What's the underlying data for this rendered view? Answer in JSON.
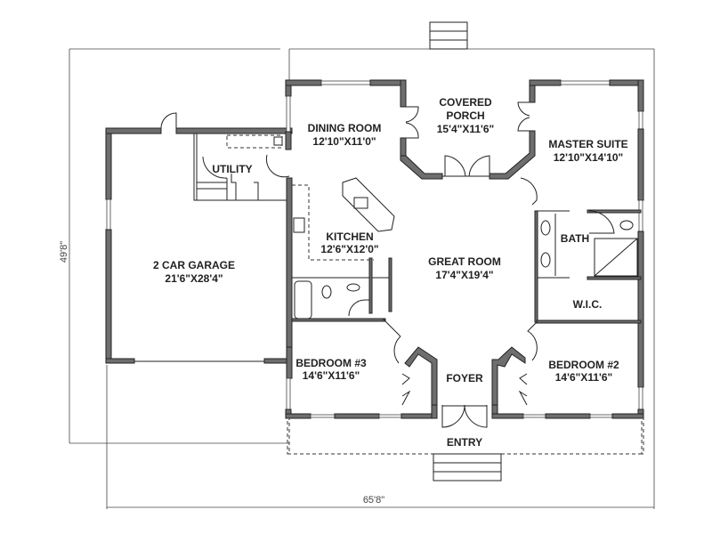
{
  "rooms": {
    "dining": {
      "name": "DINING ROOM",
      "size": "12'10\"X11'0\""
    },
    "porch": {
      "name_line1": "COVERED",
      "name_line2": "PORCH",
      "size": "15'4\"X11'6\""
    },
    "master": {
      "name": "MASTER SUITE",
      "size": "12'10\"X14'10\""
    },
    "utility": {
      "name": "UTILITY"
    },
    "kitchen": {
      "name": "KITCHEN",
      "size": "12'6\"X12'0\""
    },
    "great": {
      "name": "GREAT ROOM",
      "size": "17'4\"X19'4\""
    },
    "garage": {
      "name": "2 CAR GARAGE",
      "size": "21'6\"X28'4\""
    },
    "bath": {
      "name": "BATH"
    },
    "wic": {
      "name": "W.I.C."
    },
    "bedroom3": {
      "name": "BEDROOM #3",
      "size": "14'6\"X11'6\""
    },
    "foyer": {
      "name": "FOYER"
    },
    "bedroom2": {
      "name": "BEDROOM #2",
      "size": "14'6\"X11'6\""
    },
    "entry": {
      "name": "ENTRY"
    }
  },
  "dimensions": {
    "width": "65'8\"",
    "depth": "49'8\""
  },
  "colors": {
    "wall": "#6e6e6e",
    "line": "#222222"
  }
}
